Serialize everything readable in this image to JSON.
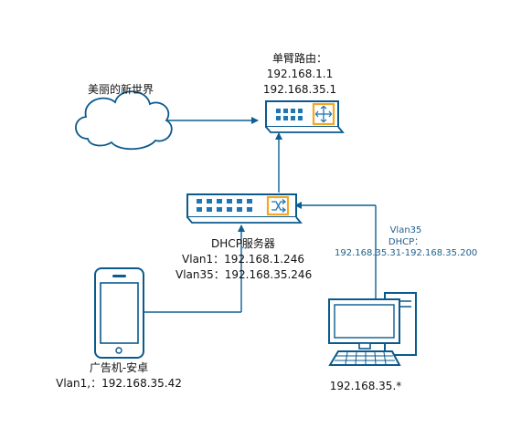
{
  "router": {
    "title": "单臂路由：",
    "ip1": "192.168.1.1",
    "ip2": "192.168.35.1"
  },
  "cloud": {
    "label": "美丽的新世界"
  },
  "switch": {
    "title": "DHCP服务器",
    "vlan1": "Vlan1：192.168.1.246",
    "vlan35": "Vlan35：192.168.35.246"
  },
  "link": {
    "vlan": "Vlan35",
    "dhcp": "DHCP：",
    "range": "192.168.35.31-192.168.35.200"
  },
  "phone": {
    "name": "广告机-安卓",
    "ip": "Vlan1,：192.168.35.42"
  },
  "pc": {
    "ip": "192.168.35.*"
  },
  "colors": {
    "device_fill": "#ffffff",
    "device_stroke": "#0b5a8e",
    "port": "#1f76b5",
    "accent": "#f5a623",
    "line": "#0e5f91",
    "text_blue": "#1f5f8b"
  }
}
